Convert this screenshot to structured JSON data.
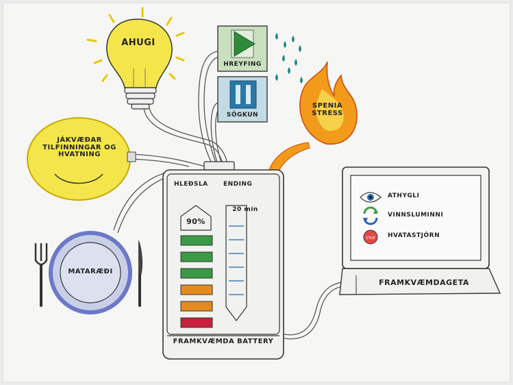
{
  "labels": {
    "bulb": "AHUGI",
    "play_button": "HREYFING",
    "pause_button": "SÖGKUN",
    "flame": "SPENIA STRESS",
    "smiley": "JÁKVÆÐAR TILFINNINGAR OG HVATNING",
    "plate": "MATARÆÐI",
    "battery_health": "HLEÐSLA",
    "battery_ending": "ENDING",
    "battery_percent": "90%",
    "battery_time": "20 mín",
    "battery_title": "FRAMKVÆMDA BATTERY",
    "laptop_item_1": "ATHYGLI",
    "laptop_item_2": "VINNSLUMINNI",
    "laptop_item_3": "HVATASTJÓRN",
    "laptop_base": "FRAMKVÆMDAGETA"
  },
  "icons": {
    "bulb": "lightbulb-icon",
    "play": "play-icon",
    "pause": "pause-icon",
    "flame": "flame-icon",
    "smiley": "smiley-icon",
    "plate": "plate-icon",
    "fork": "fork-icon",
    "knife": "knife-icon",
    "eye": "eye-icon",
    "cycle": "cycle-icon",
    "stop": "stop-sign-icon",
    "battery": "battery-icon",
    "laptop": "laptop-icon"
  },
  "battery_levels": [
    "#3a9a46",
    "#3a9a46",
    "#3a9a46",
    "#e48a1e",
    "#e48a1e",
    "#c8203c"
  ],
  "colors": {
    "bulb_yellow": "#f4e64a",
    "button_green": "#c9e0bf",
    "button_blue": "#c3dbe4",
    "flame_orange": "#f29a1a",
    "plate_blue": "#6c78c8",
    "droplet": "#1f8a8c"
  }
}
